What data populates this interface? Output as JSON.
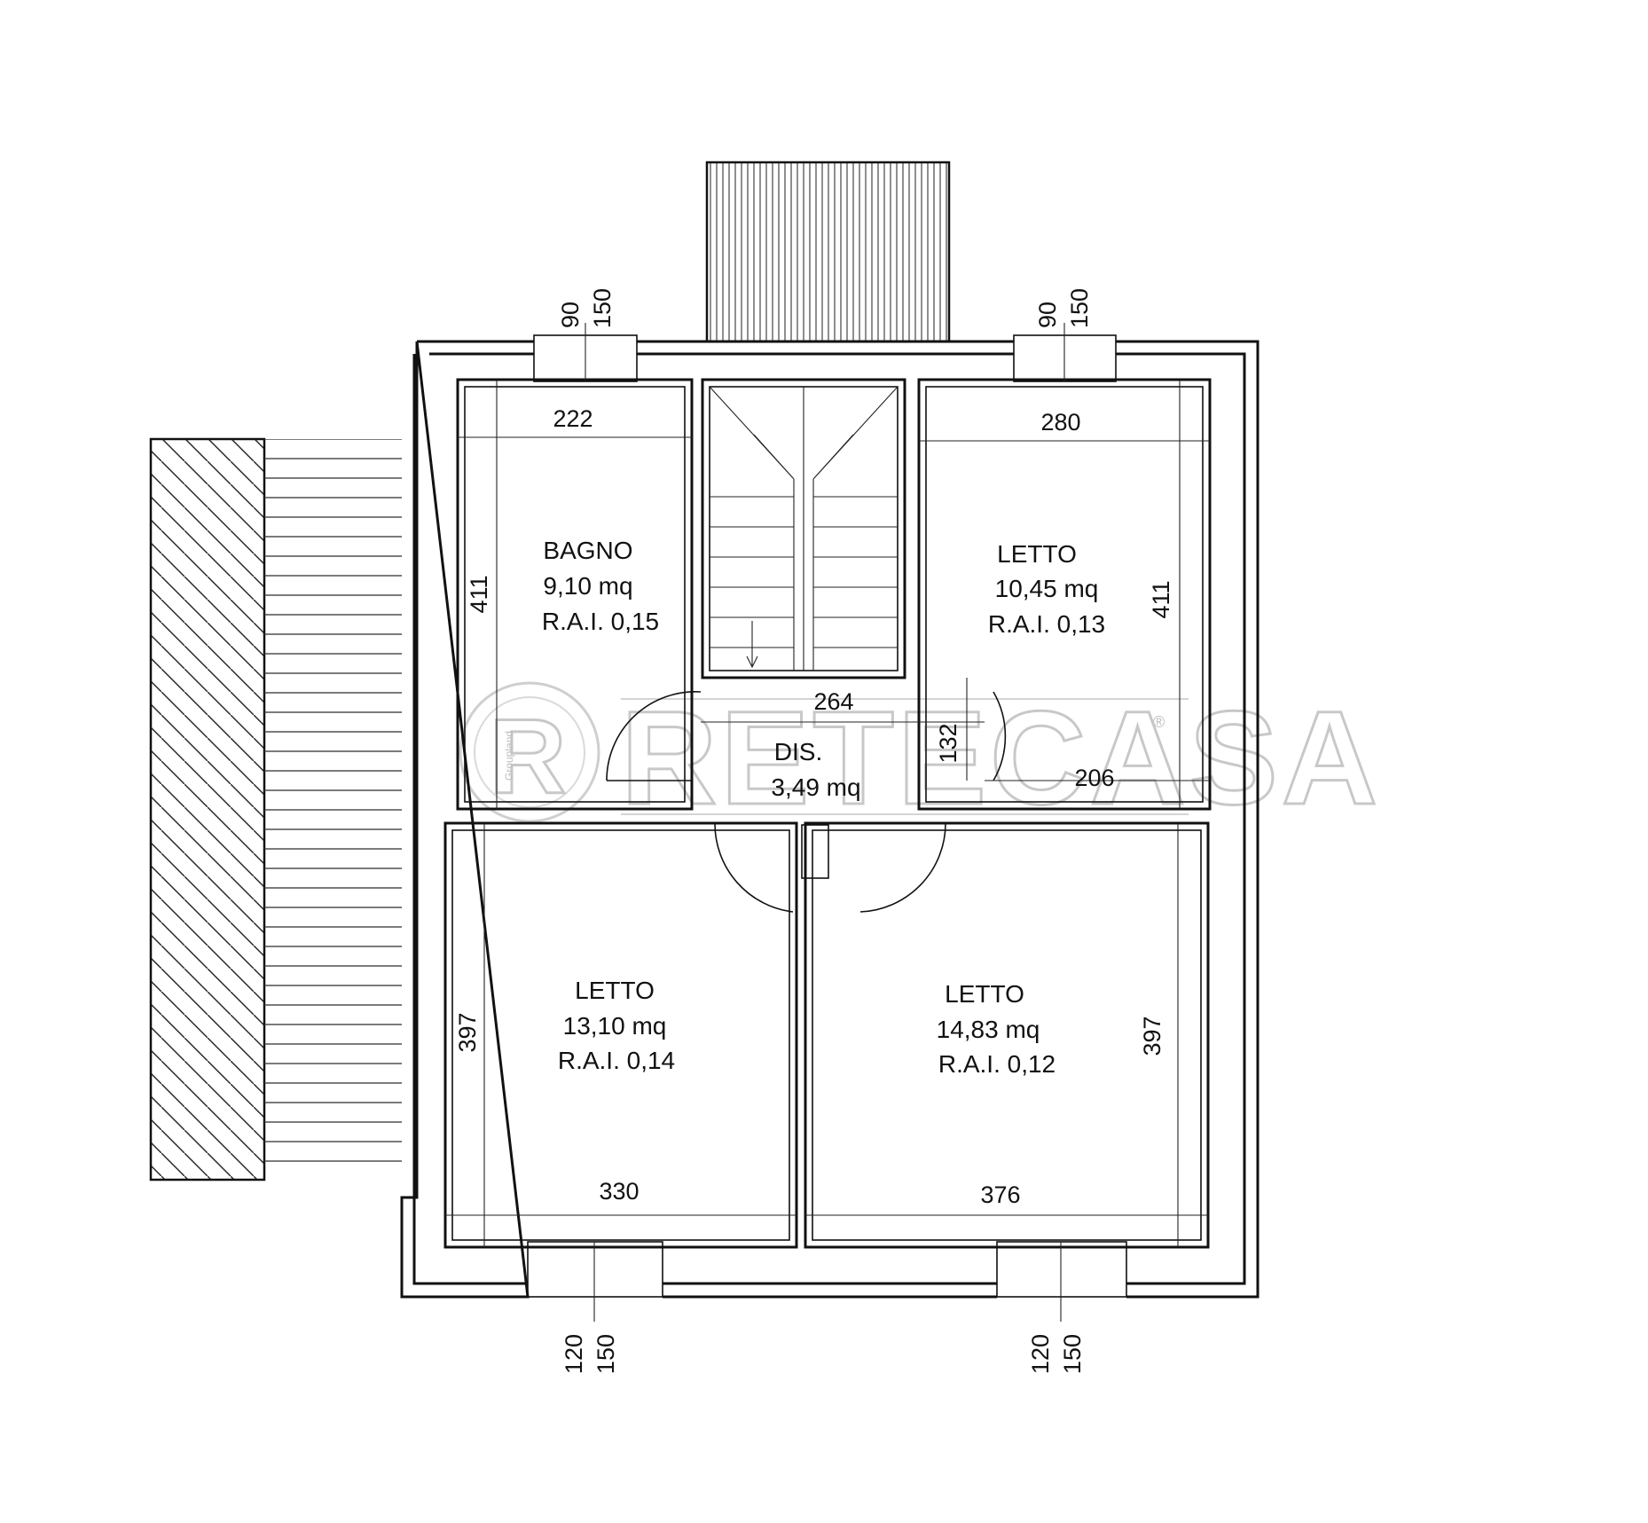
{
  "watermark": {
    "brand": "RETECASA",
    "mark": "R",
    "registered": "®",
    "vertical": "Groupland"
  },
  "rooms": [
    {
      "name": "BAGNO",
      "area": "9,10 mq",
      "rai": "R.A.I. 0,15"
    },
    {
      "name": "LETTO",
      "area": "10,45 mq",
      "rai": "R.A.I. 0,13"
    },
    {
      "name": "DIS.",
      "area": "3,49 mq"
    },
    {
      "name": "LETTO",
      "area": "13,10 mq",
      "rai": "R.A.I. 0,14"
    },
    {
      "name": "LETTO",
      "area": "14,83 mq",
      "rai": "R.A.I. 0,12"
    }
  ],
  "dimensions": {
    "bagno_width": "222",
    "bagno_height": "411",
    "letto_ne_width": "280",
    "letto_ne_height": "411",
    "dis_width": "264",
    "dis_height": "132",
    "dis_side": "206",
    "letto_sw_width": "330",
    "letto_sw_height": "397",
    "letto_se_width": "376",
    "letto_se_height": "397"
  },
  "windows": {
    "top_left": [
      "90",
      "150"
    ],
    "top_right": [
      "90",
      "150"
    ],
    "bottom_left": [
      "120",
      "150"
    ],
    "bottom_right": [
      "120",
      "150"
    ]
  }
}
